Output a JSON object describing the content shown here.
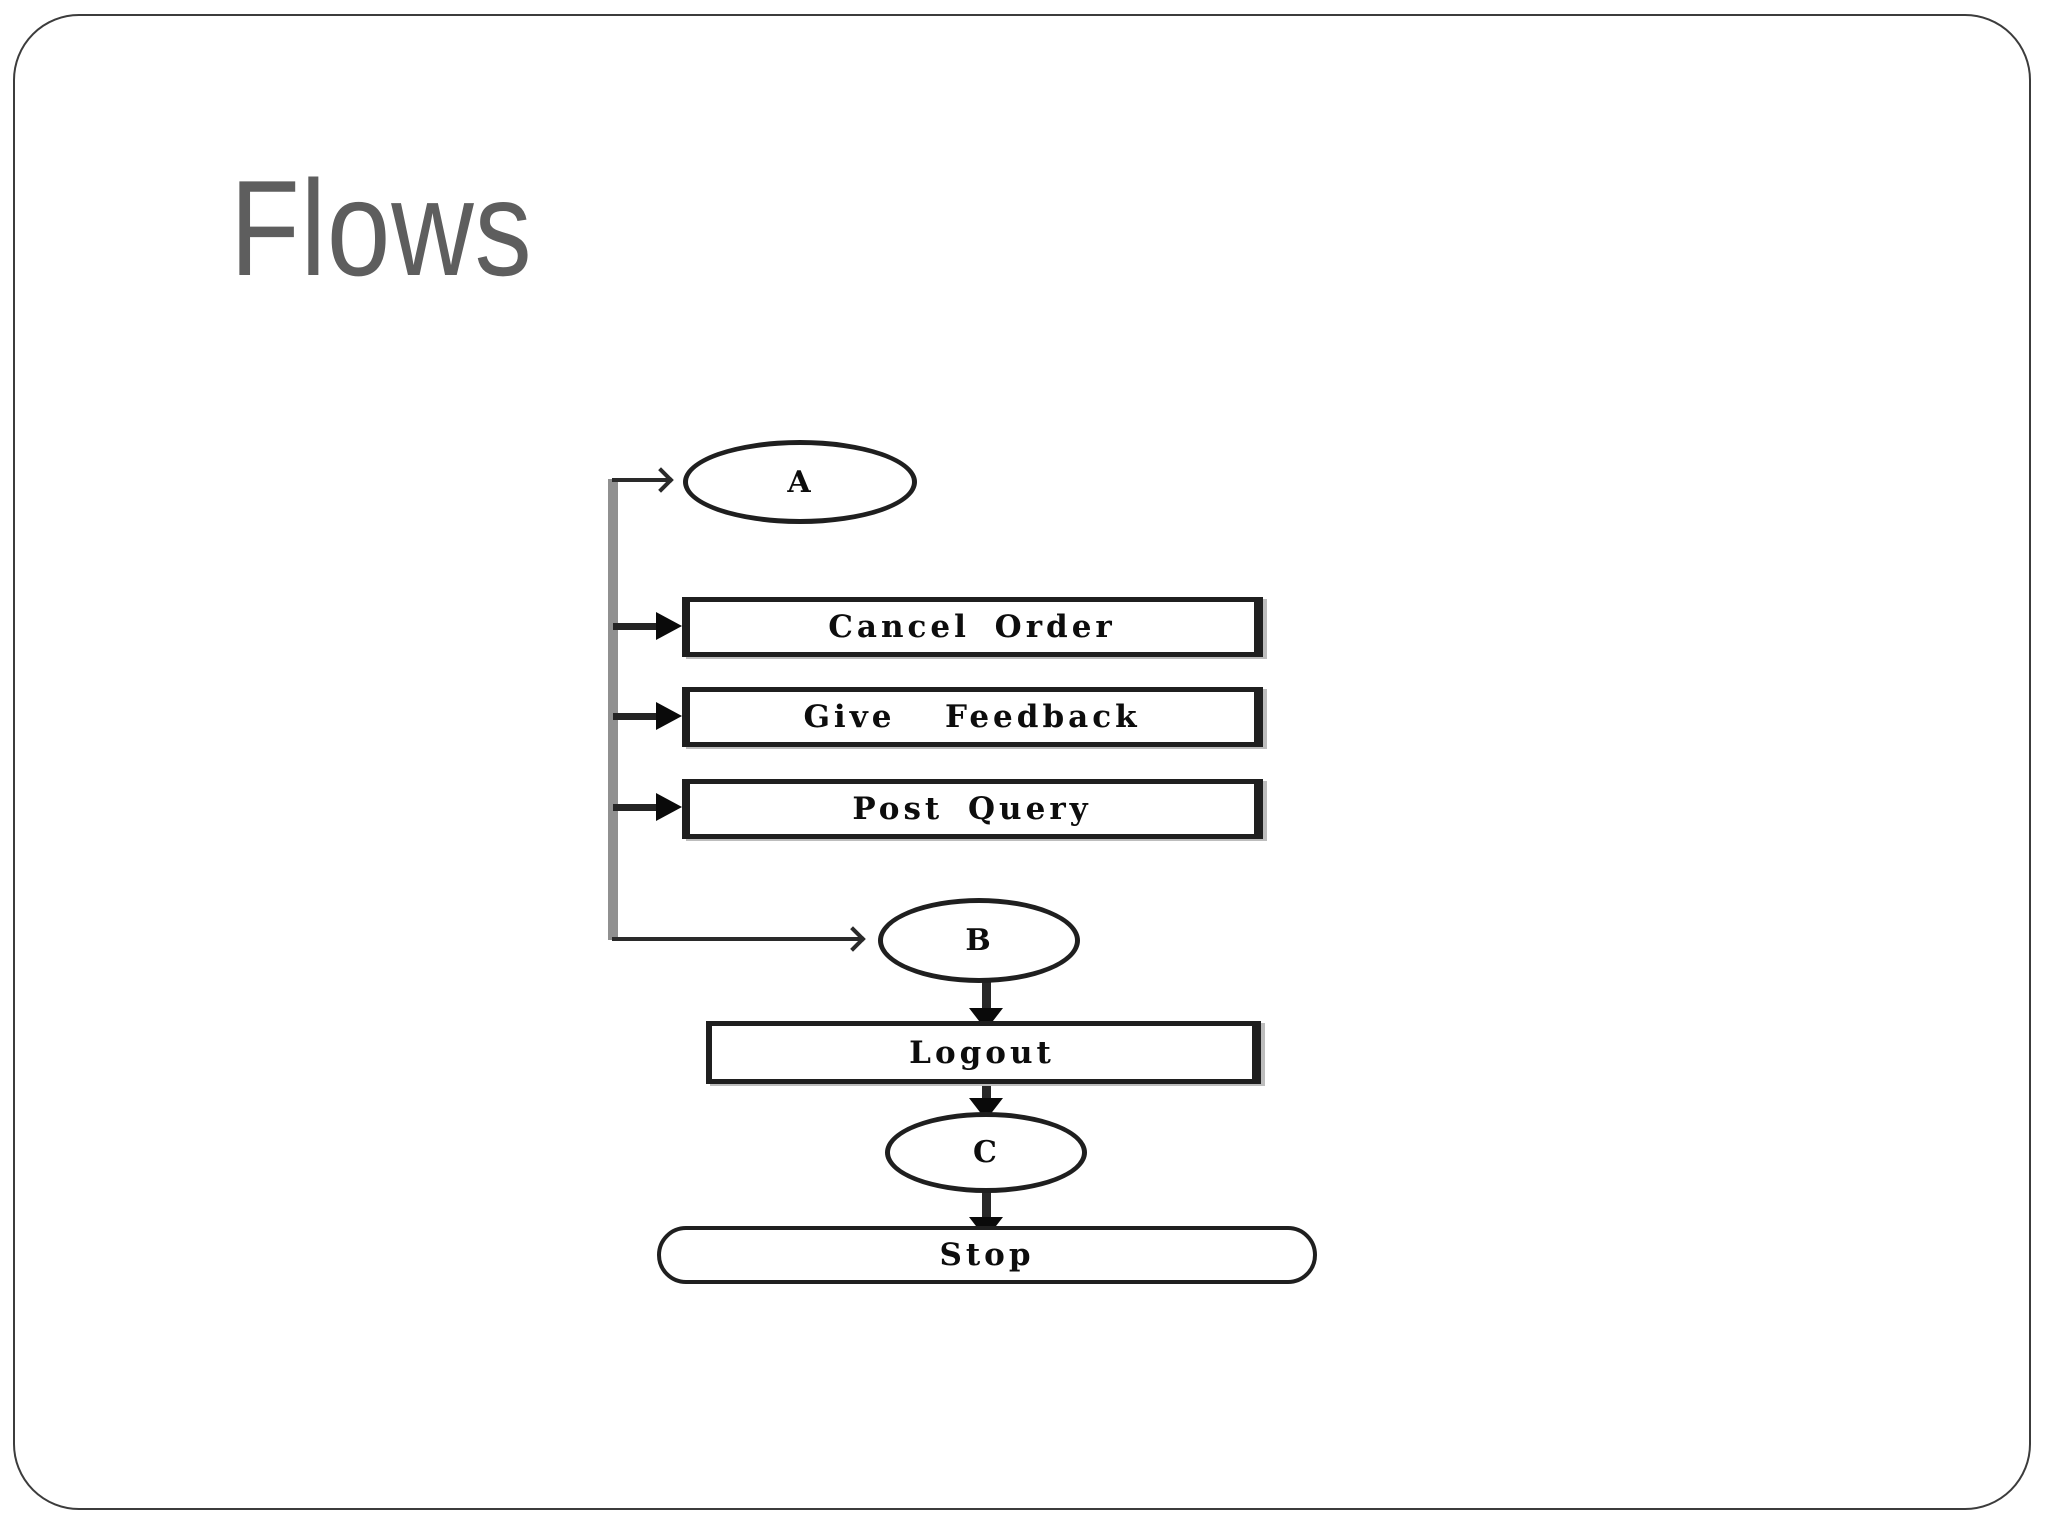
{
  "slide": {
    "title": "Flows"
  },
  "flowchart": {
    "nodes": {
      "a": "A",
      "cancel_order": "Cancel Order",
      "give_feedback": "Give  Feedback",
      "post_query": "Post Query",
      "b": "B",
      "logout": "Logout",
      "c": "C",
      "stop": "Stop"
    },
    "colors": {
      "line": "#1f1f1f",
      "trunk_gray": "#909090",
      "title_gray": "#5e5e5e",
      "frame_border": "#3c3c3c",
      "node_fill": "#ffffff"
    }
  }
}
